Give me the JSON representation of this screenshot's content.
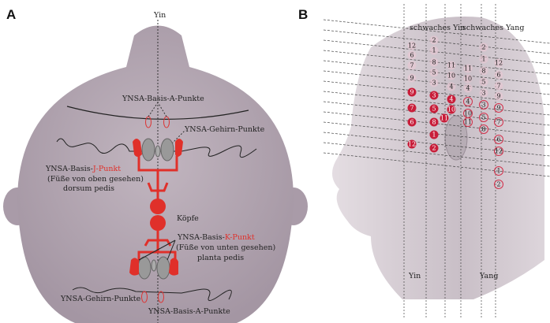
{
  "panel_a": {
    "letter": "A",
    "yin": "Yin",
    "basis_a_top": "YNSA-Basis-A-Punkte",
    "gehirn_top": "YNSA-Gehirn-Punkte",
    "j_prefix": "YNSA-Basis-",
    "j_red": "J-Punkt",
    "j_line2": "(Füße von oben gesehen)",
    "j_line3": "dorsum pedis",
    "koepfe": "Köpfe",
    "k_prefix": "YNSA-Basis-",
    "k_red": "K-Punkt",
    "k_line2": "(Füße von unten gesehen)",
    "k_line3": "planta pedis",
    "gehirn_bottom": "YNSA-Gehirn-Punkte",
    "basis_a_bottom": "YNSA-Basis-A-Punkte"
  },
  "panel_b": {
    "letter": "B",
    "weak_yin": "schwaches Yin",
    "weak_yang": "schwaches Yang",
    "yin": "Yin",
    "yang": "Yang",
    "columns": [
      {
        "plain": [
          "12",
          "6",
          "7",
          "9"
        ],
        "filled": [
          "9",
          "7",
          "6",
          "12"
        ]
      },
      {
        "plain": [
          "2",
          "1",
          "8",
          "5",
          "3"
        ],
        "filled": [
          "3",
          "5",
          "8",
          "1",
          "2"
        ]
      },
      {
        "plain": [
          "11",
          "10",
          "4"
        ],
        "filled": [
          "4",
          "10",
          "11"
        ]
      },
      {
        "plain": [
          "11",
          "10",
          "4"
        ],
        "outlined": [
          "4",
          "10",
          "11"
        ]
      },
      {
        "plain": [
          "2",
          "1",
          "8",
          "5",
          "3"
        ],
        "outlined": [
          "3",
          "5",
          "8"
        ]
      },
      {
        "plain": [
          "12",
          "6",
          "7",
          "9"
        ],
        "outlined": [
          "9",
          "7",
          "6",
          "12",
          "1",
          "2"
        ]
      }
    ]
  }
}
